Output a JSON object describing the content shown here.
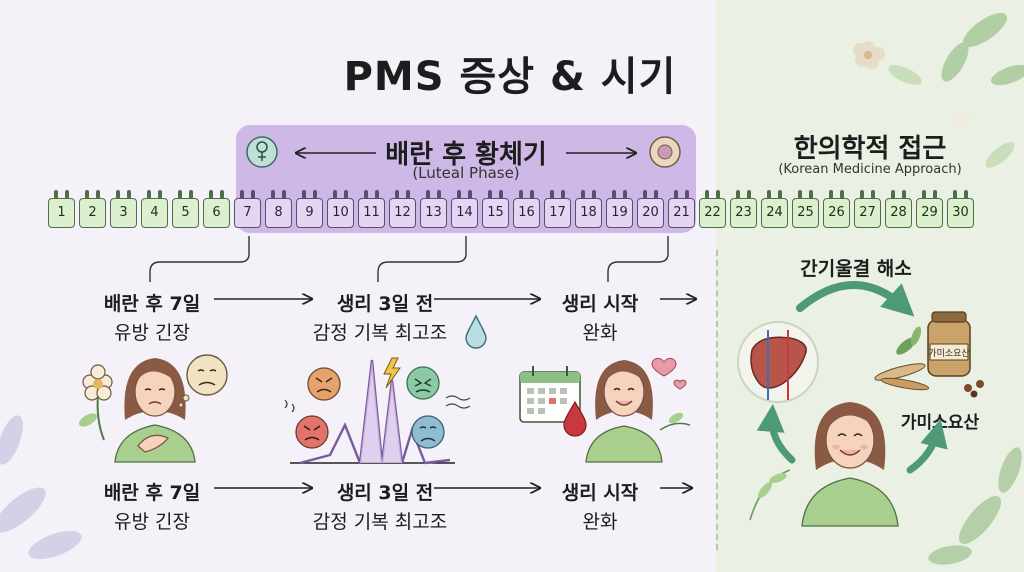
{
  "title": "PMS 증상 & 시기",
  "luteal": {
    "title": "배란 후 황체기",
    "subtitle": "(Luteal Phase)"
  },
  "korean_medicine": {
    "title": "한의학적 접근",
    "subtitle": "(Korean Medicine Approach)",
    "label_top": "간기울결 해소",
    "label_herb": "가미소요산",
    "jar_label": "가미소요산"
  },
  "calendar": {
    "days": [
      "1",
      "2",
      "3",
      "4",
      "5",
      "6",
      "7",
      "8",
      "9",
      "10",
      "11",
      "12",
      "13",
      "14",
      "15",
      "16",
      "17",
      "18",
      "19",
      "20",
      "21",
      "22",
      "23",
      "24",
      "25",
      "26",
      "27",
      "28",
      "29",
      "30"
    ],
    "luteal_start": 7,
    "luteal_end": 21
  },
  "stages_top": [
    {
      "title": "배란 후 7일",
      "desc": "유방 긴장"
    },
    {
      "title": "생리 3일 전",
      "desc": "감정 기복 최고조"
    },
    {
      "title": "생리 시작",
      "desc": "완화"
    }
  ],
  "stages_bottom": [
    {
      "title": "배란 후 7일",
      "desc": "유방 긴장"
    },
    {
      "title": "생리 3일 전",
      "desc": "감정 기복 최고조"
    },
    {
      "title": "생리 시작",
      "desc": "완화"
    }
  ],
  "colors": {
    "luteal": "#cdb8e6",
    "follicular": "#dcefcf",
    "panel": "#eaf1e4",
    "accent_green": "#4e9a78",
    "hair": "#8a5a44"
  },
  "icons": [
    "female-symbol-icon",
    "egg-icon",
    "drop-icon",
    "flower-icon",
    "sad-face-icon",
    "angry-face-icon",
    "lightning-icon",
    "calendar-icon",
    "blood-drop-icon",
    "heart-icon",
    "liver-icon",
    "herb-jar-icon",
    "leaf-icon"
  ]
}
